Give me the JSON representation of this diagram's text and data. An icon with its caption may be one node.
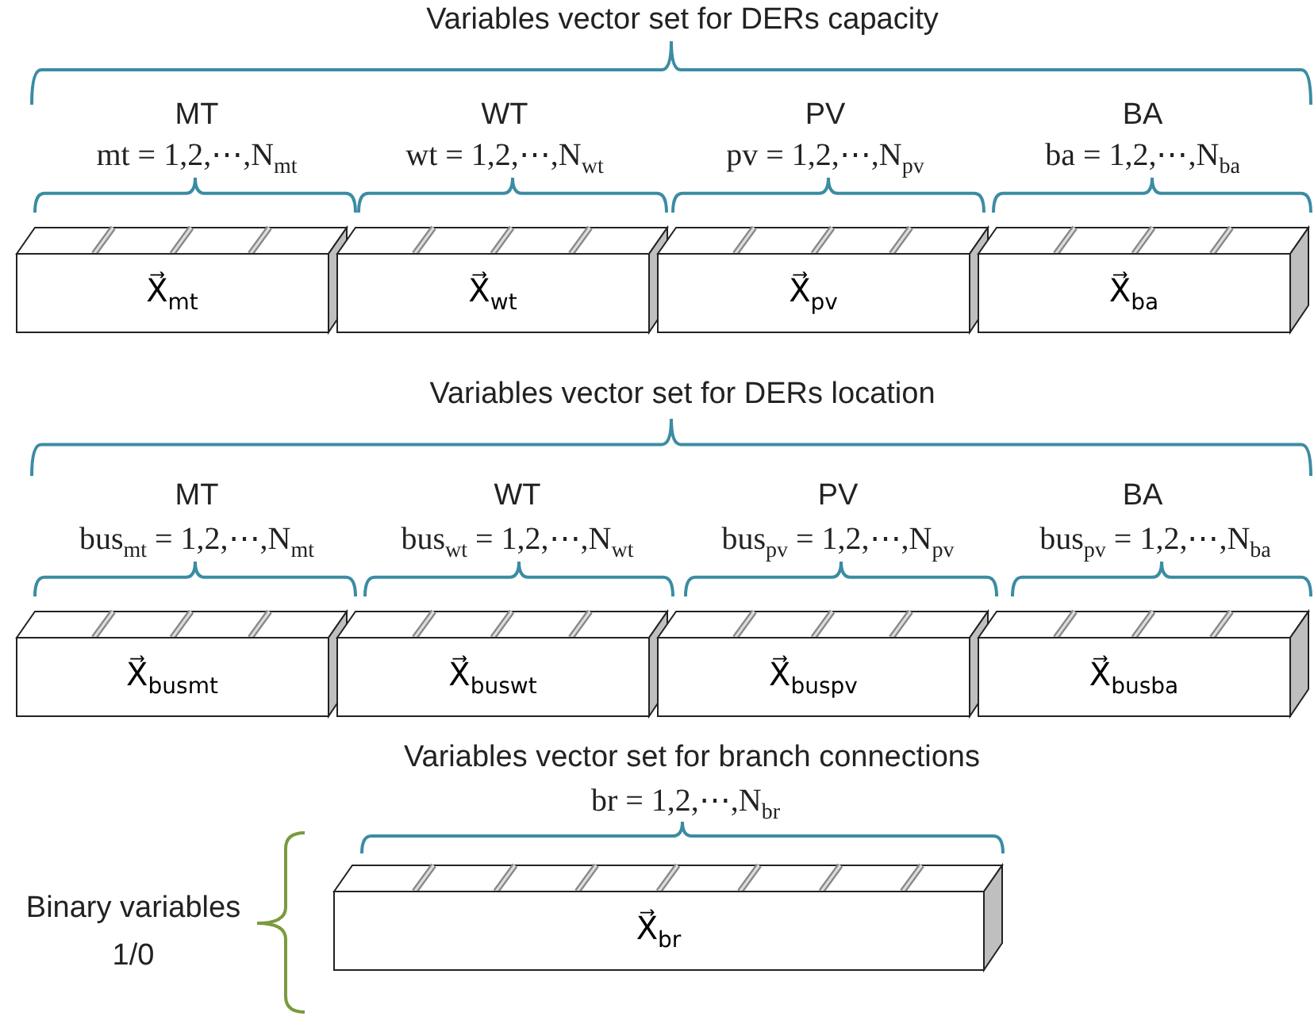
{
  "diagram": {
    "nodes": [
      {
        "text": [
          "X⃗$_{mt}$"
        ]
      },
      {
        "text": [
          "X⃗$_{wt}$"
        ]
      },
      {
        "text": [
          "X⃗$_{pv}$"
        ]
      },
      {
        "text": [
          "X⃗$_{ba}$"
        ]
      },
      {
        "text": [
          "X⃗$_{bus}$$_{mt}$"
        ]
      },
      {
        "text": [
          "X⃗$_{bus}$$_{wt}$"
        ]
      },
      {
        "text": [
          "X⃗$_{bus}$$_{pv}$"
        ]
      },
      {
        "text": [
          "X⃗$_{bus}$$_{ba}$"
        ]
      },
      {
        "text": [
          "X⃗$_{br}$"
        ]
      }
    ],
    "edges": [],
    "labels": [
      "Variables vector set for DERs capacity",
      "MT",
      "mt = 1,2,⋯,N$_{mt}$",
      "WT",
      "wt = 1,2,⋯,N$_{wt}$",
      "PV",
      "pv = 1,2,⋯,N$_{pv}$",
      "BA",
      "ba = 1,2,⋯,N$_{ba}$",
      "Variables vector  set for DERs location",
      "MT",
      "bus$_{mt}$ = 1,2,⋯,N$_{mt}$",
      "WT",
      "bus$_{wt}$ = 1,2,⋯,N$_{wt}$",
      "PV",
      "bus$_{pv}$ = 1,2,⋯,N$_{pv}$",
      "BA",
      "bus$_{pv}$ = 1,2,⋯,N$_{ba}$",
      "Variables vector set for branch connections",
      "br = 1,2,⋯,N$_{br}$",
      "Binary variables 1/0"
    ]
  }
}
